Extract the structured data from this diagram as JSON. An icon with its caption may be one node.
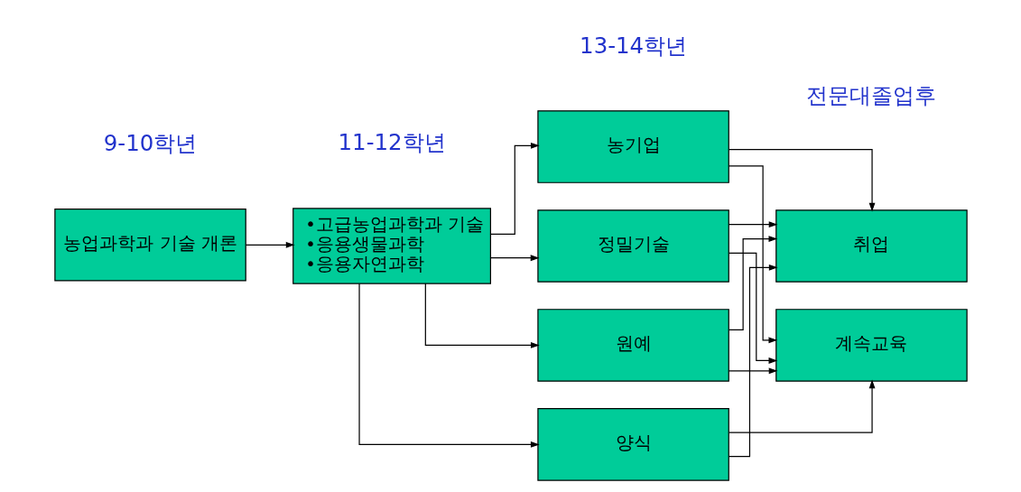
{
  "diagram": {
    "nodes": [
      {
        "text": [
          "농업과학과 기술 개론"
        ]
      },
      {
        "text": [
          "•고급농업과학과 기술",
          "•응용생물과학",
          "•응용자연과학"
        ]
      },
      {
        "text": [
          "원예"
        ]
      },
      {
        "text": [
          "양식"
        ]
      },
      {
        "text": [
          "농기업"
        ]
      },
      {
        "text": [
          "정밀기술"
        ]
      },
      {
        "text": [
          "계속교육"
        ]
      },
      {
        "text": [
          "취업"
        ]
      }
    ],
    "edges": [
      {
        "from": 0,
        "to": 1,
        "arrow": "to"
      },
      {
        "from": 1,
        "to": 2,
        "arrow": "to"
      },
      {
        "from": 1,
        "to": 3,
        "arrow": "to"
      },
      {
        "from": 1,
        "to": 4,
        "arrow": "to"
      },
      {
        "from": 1,
        "to": 5,
        "arrow": "to"
      },
      {
        "from": 2,
        "to": 6,
        "arrow": "to"
      },
      {
        "from": 2,
        "to": 7,
        "arrow": "to"
      },
      {
        "from": 3,
        "to": 6,
        "arrow": "to"
      },
      {
        "from": 3,
        "to": 7,
        "arrow": "to"
      },
      {
        "from": 4,
        "to": 6,
        "arrow": "to"
      },
      {
        "from": 4,
        "to": 7,
        "arrow": "to"
      },
      {
        "from": 5,
        "to": 6,
        "arrow": "to"
      },
      {
        "from": 5,
        "to": 7,
        "arrow": "to"
      }
    ],
    "labels": [
      "9-10학년",
      "11-12학년",
      "13-14학년",
      "전문대졸업후"
    ]
  }
}
